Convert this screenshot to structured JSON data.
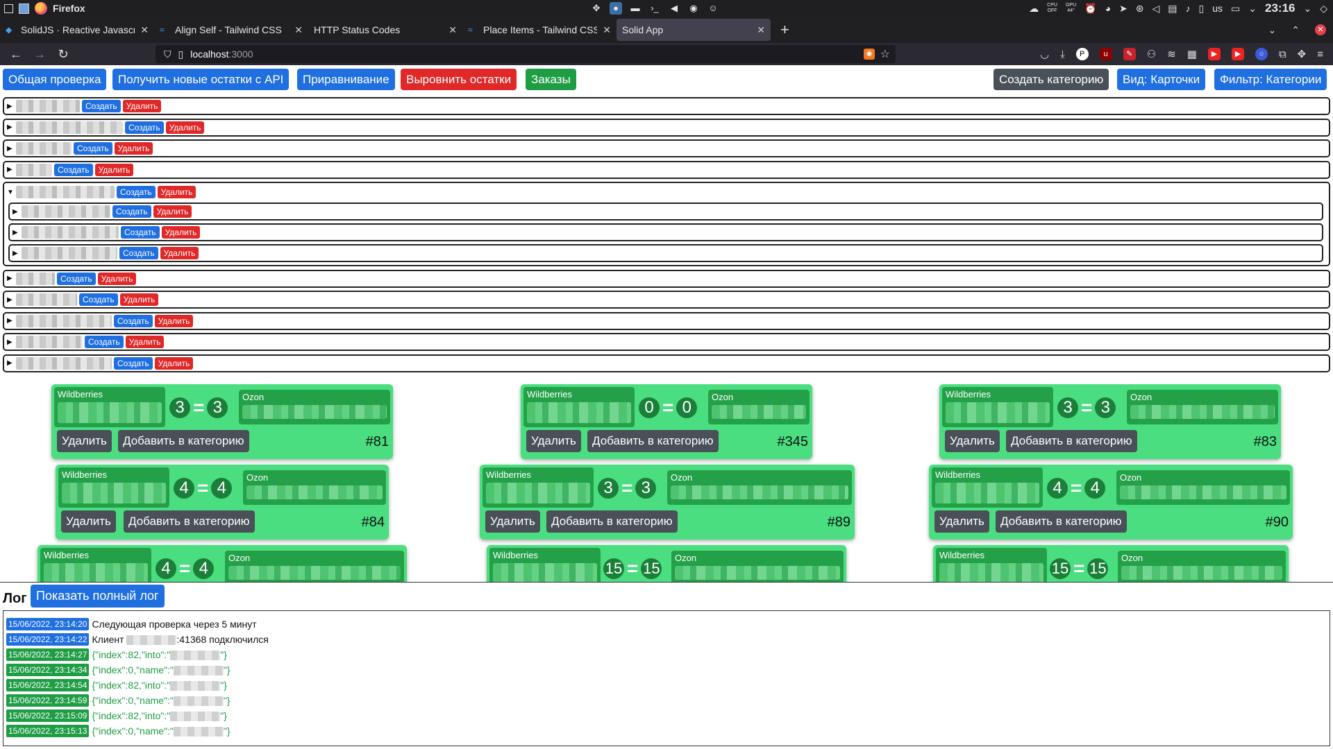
{
  "system": {
    "app_name": "Firefox",
    "cpu_label": "CPU",
    "cpu_sub": "OFF",
    "gpu_label": "GPU",
    "gpu_temp": "44°",
    "layout": "us",
    "time": "23:16"
  },
  "tabs": [
    {
      "label": "SolidJS · Reactive Javascri",
      "active": false
    },
    {
      "label": "Align Self - Tailwind CSS",
      "active": false
    },
    {
      "label": "HTTP Status Codes",
      "active": false
    },
    {
      "label": "Place Items - Tailwind CSS",
      "active": false
    },
    {
      "label": "Solid App",
      "active": true
    }
  ],
  "url": {
    "host": "localhost",
    "port": ":3000"
  },
  "toolbar": {
    "check_all": "Общая проверка",
    "fetch_stock": "Получить новые остатки с API",
    "equalize": "Приравнивание",
    "align_stock": "Выровнить остатки",
    "orders": "Заказы",
    "create_category": "Создать категорию",
    "view_mode": "Вид: Карточки",
    "filter": "Фильтр: Категории"
  },
  "category_actions": {
    "create": "Создать",
    "delete": "Удалить"
  },
  "cards": [
    {
      "left": "Wildberries",
      "right": "Ozon",
      "wb_qty": "3",
      "ozon_qty": "3",
      "id": "#81",
      "delete": "Удалить",
      "add": "Добавить в категорию"
    },
    {
      "left": "Wildberries",
      "right": "Ozon",
      "wb_qty": "0",
      "ozon_qty": "0",
      "id": "#345",
      "delete": "Удалить",
      "add": "Добавить в категорию"
    },
    {
      "left": "Wildberries",
      "right": "Ozon",
      "wb_qty": "3",
      "ozon_qty": "3",
      "id": "#83",
      "delete": "Удалить",
      "add": "Добавить в категорию"
    },
    {
      "left": "Wildberries",
      "right": "Ozon",
      "wb_qty": "4",
      "ozon_qty": "4",
      "id": "#84",
      "delete": "Удалить",
      "add": "Добавить в категорию"
    },
    {
      "left": "Wildberries",
      "right": "Ozon",
      "wb_qty": "3",
      "ozon_qty": "3",
      "id": "#89",
      "delete": "Удалить",
      "add": "Добавить в категорию"
    },
    {
      "left": "Wildberries",
      "right": "Ozon",
      "wb_qty": "4",
      "ozon_qty": "4",
      "id": "#90",
      "delete": "Удалить",
      "add": "Добавить в категорию"
    },
    {
      "left": "Wildberries",
      "right": "Ozon",
      "wb_qty": "4",
      "ozon_qty": "4"
    },
    {
      "left": "Wildberries",
      "right": "Ozon",
      "wb_qty": "15",
      "ozon_qty": "15"
    },
    {
      "left": "Wildberries",
      "right": "Ozon",
      "wb_qty": "15",
      "ozon_qty": "15"
    }
  ],
  "log": {
    "title": "Лог",
    "show_full": "Показать полный лог",
    "entries": [
      {
        "ts": "15/06/2022, 23:14:20",
        "msg": "Следующая проверка через 5 минут",
        "kind": "info"
      },
      {
        "ts": "15/06/2022, 23:14:22",
        "msg_prefix": "Клиент",
        "msg_suffix": ":41368 подключился",
        "kind": "info"
      },
      {
        "ts": "15/06/2022, 23:14:27",
        "msg_prefix": "{\"index\":82,\"into\":\"",
        "msg_suffix": "\"}",
        "kind": "json"
      },
      {
        "ts": "15/06/2022, 23:14:34",
        "msg_prefix": "{\"index\":0,\"name\":\"",
        "msg_suffix": "\"}",
        "kind": "json"
      },
      {
        "ts": "15/06/2022, 23:14:54",
        "msg_prefix": "{\"index\":82,\"into\":\"",
        "msg_suffix": "\"}",
        "kind": "json"
      },
      {
        "ts": "15/06/2022, 23:14:59",
        "msg_prefix": "{\"index\":0,\"name\":\"",
        "msg_suffix": "\"}",
        "kind": "json"
      },
      {
        "ts": "15/06/2022, 23:15:09",
        "msg_prefix": "{\"index\":82,\"into\":\"",
        "msg_suffix": "\"}",
        "kind": "json"
      },
      {
        "ts": "15/06/2022, 23:15:13",
        "msg_prefix": "{\"index\":0,\"name\":\"",
        "msg_suffix": "\"}",
        "kind": "json"
      }
    ]
  },
  "colors": {
    "blue": "#1f6fe0",
    "red": "#e02828",
    "green": "#1f9d45",
    "card_bg": "#4ade80",
    "gray": "#4a5058"
  }
}
